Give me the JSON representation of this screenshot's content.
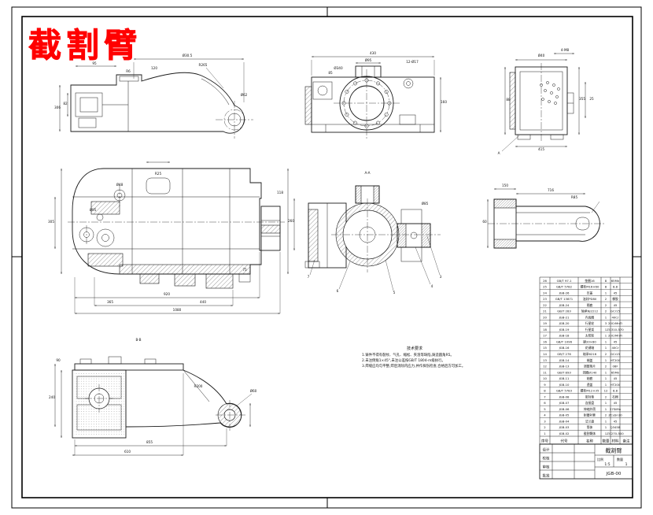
{
  "title": "截割臂",
  "notes": {
    "title": "技术要求",
    "lines": [
      "1.铸件不得有裂纹、气孔、缩松、夹渣等缺陷,铸造圆角R5。",
      "2.未注倒角1×45°,未注公差按GB/T 1804-m级执行。",
      "3.焊缝应均匀平整,焊后消除内应力,并作探伤检查,合格后方可加工。"
    ]
  },
  "annotations": [
    [
      238,
      72,
      "Ø30.5"
    ],
    [
      120,
      82,
      "95"
    ],
    [
      196,
      88,
      "120"
    ],
    [
      258,
      84,
      "R265"
    ],
    [
      73,
      138,
      "306"
    ],
    [
      83,
      133,
      "82"
    ],
    [
      310,
      122,
      "Ø62"
    ],
    [
      163,
      92,
      "R6"
    ],
    [
      212,
      375,
      "920"
    ],
    [
      140,
      385,
      "365"
    ],
    [
      258,
      385,
      "440"
    ],
    [
      225,
      395,
      "1080"
    ],
    [
      370,
      282,
      "260"
    ],
    [
      356,
      246,
      "118"
    ],
    [
      118,
      268,
      "Ø95"
    ],
    [
      152,
      236,
      "Ø48"
    ],
    [
      201,
      222,
      "R25"
    ],
    [
      311,
      344,
      "75"
    ],
    [
      65,
      283,
      "305"
    ],
    [
      190,
      563,
      "855"
    ],
    [
      162,
      575,
      "610"
    ],
    [
      322,
      498,
      "Ø60"
    ],
    [
      66,
      506,
      "240"
    ],
    [
      74,
      459,
      "90"
    ],
    [
      252,
      492,
      "R200"
    ],
    [
      176,
      433,
      "B-B"
    ],
    [
      474,
      69,
      "430"
    ],
    [
      468,
      78,
      "Ø95"
    ],
    [
      524,
      80,
      "12-Ø17"
    ],
    [
      564,
      131,
      "160"
    ],
    [
      420,
      94,
      "85"
    ],
    [
      430,
      88,
      "Ø340"
    ],
    [
      467,
      221,
      "A-A"
    ],
    [
      560,
      353,
      "3"
    ],
    [
      549,
      365,
      "4"
    ],
    [
      501,
      373,
      "5"
    ],
    [
      429,
      371,
      "6"
    ],
    [
      392,
      353,
      "7"
    ],
    [
      540,
      260,
      "Ø85"
    ],
    [
      688,
      72,
      "Ø40"
    ],
    [
      718,
      65,
      "4-M8"
    ],
    [
      740,
      127,
      "355"
    ],
    [
      646,
      128,
      "88"
    ],
    [
      688,
      191,
      "415"
    ],
    [
      634,
      196,
      "A"
    ],
    [
      752,
      127,
      "25"
    ],
    [
      700,
      243,
      "716"
    ],
    [
      642,
      237,
      "150"
    ],
    [
      616,
      283,
      "60"
    ],
    [
      730,
      252,
      "R85"
    ]
  ],
  "bom": {
    "headers": [
      "序号",
      "代号",
      "名称",
      "数量",
      "材料",
      "备注"
    ],
    "rows": [
      [
        "26",
        "GB/T 97.1",
        "垫圈16",
        "8",
        "65Mn",
        ""
      ],
      [
        "25",
        "GB/T 5782",
        "螺栓M16×60",
        "8",
        "8.8",
        ""
      ],
      [
        "24",
        "JGB-26",
        "压盖",
        "1",
        "45",
        ""
      ],
      [
        "23",
        "GB/T 13871",
        "油封PD80",
        "2",
        "橡胶",
        ""
      ],
      [
        "22",
        "JGB-24",
        "隔套",
        "2",
        "45",
        ""
      ],
      [
        "21",
        "GB/T 283",
        "轴承NJ2212",
        "2",
        "GCr15",
        ""
      ],
      [
        "20",
        "JGB-21",
        "内齿圈",
        "1",
        "40Cr",
        ""
      ],
      [
        "19",
        "JGB-20",
        "行星轮",
        "3",
        "20CrMnTi",
        ""
      ],
      [
        "18",
        "JGB-19",
        "行星架",
        "1",
        "ZG310-570",
        ""
      ],
      [
        "17",
        "JGB-18",
        "太阳轮",
        "1",
        "20CrMnTi",
        ""
      ],
      [
        "16",
        "GB/T 1096",
        "键20×80",
        "1",
        "45",
        ""
      ],
      [
        "15",
        "JGB-16",
        "花键轴",
        "1",
        "40Cr",
        ""
      ],
      [
        "14",
        "GB/T 276",
        "轴承6216",
        "2",
        "GCr15",
        ""
      ],
      [
        "13",
        "JGB-14",
        "端盖",
        "1",
        "HT200",
        ""
      ],
      [
        "12",
        "JGB-13",
        "调整垫片",
        "2",
        "08F",
        ""
      ],
      [
        "11",
        "GB/T 893",
        "挡圈Ø140",
        "1",
        "65Mn",
        ""
      ],
      [
        "10",
        "JGB-11",
        "轴套",
        "1",
        "45",
        ""
      ],
      [
        "9",
        "JGB-10",
        "透盖",
        "1",
        "HT200",
        ""
      ],
      [
        "8",
        "GB/T 5783",
        "螺栓M12×35",
        "12",
        "8.8",
        ""
      ],
      [
        "7",
        "JGB-08",
        "密封垫",
        "2",
        "石棉",
        ""
      ],
      [
        "6",
        "JGB-07",
        "连接盘",
        "1",
        "45",
        ""
      ],
      [
        "5",
        "JGB-06",
        "伸缩外筒",
        "1",
        "27SiMn",
        ""
      ],
      [
        "4",
        "JGB-05",
        "耐磨衬套",
        "2",
        "ZCuSn10",
        ""
      ],
      [
        "3",
        "JGB-04",
        "法兰盘",
        "1",
        "45",
        ""
      ],
      [
        "2",
        "JGB-03",
        "筒体",
        "1",
        "Q345B",
        ""
      ],
      [
        "1",
        "JGB-02",
        "截割臂体",
        "1",
        "ZG270-500",
        ""
      ]
    ]
  },
  "title_block": {
    "designer": "设计",
    "checker": "校核",
    "auditor": "审核",
    "approver": "批准",
    "scale_label": "比例",
    "scale": "1:5",
    "qty_label": "数量",
    "qty": "1",
    "name": "截割臂",
    "dwg_no": "JGB-00"
  }
}
